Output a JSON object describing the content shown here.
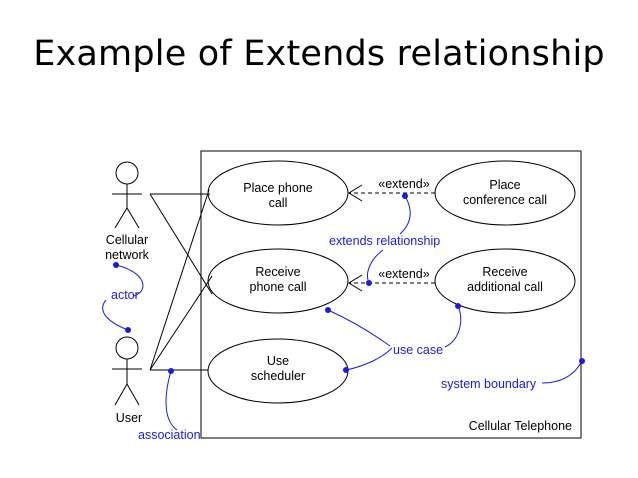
{
  "title": "Example of Extends relationship",
  "colors": {
    "annotation": "#1a1ae6",
    "lines": "#000000",
    "background": "#ffffff"
  },
  "system": {
    "label": "Cellular Telephone"
  },
  "actors": {
    "network": {
      "label_line1": "Cellular",
      "label_line2": "network"
    },
    "user": {
      "label": "User"
    }
  },
  "use_cases": {
    "place_phone_call": {
      "line1": "Place phone",
      "line2": "call"
    },
    "receive_phone_call": {
      "line1": "Receive",
      "line2": "phone call"
    },
    "use_scheduler": {
      "line1": "Use",
      "line2": "scheduler"
    },
    "place_conference_call": {
      "line1": "Place",
      "line2": "conference call"
    },
    "receive_additional_call": {
      "line1": "Receive",
      "line2": "additional call"
    }
  },
  "relationships": {
    "extend_top": "«extend»",
    "extend_bottom": "«extend»"
  },
  "annotations": {
    "extends_relationship": "extends relationship",
    "actor": "actor",
    "use_case": "use case",
    "system_boundary": "system boundary",
    "association": "association"
  }
}
